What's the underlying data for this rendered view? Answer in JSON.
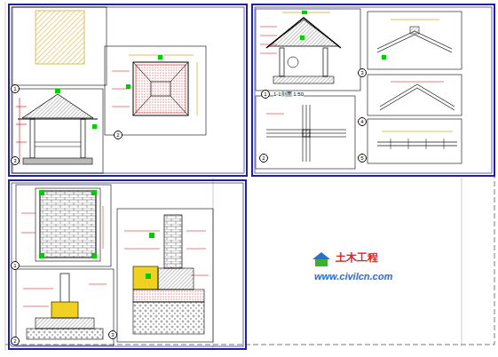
{
  "diagram": {
    "nodes": [
      {
        "text": [
          "1"
        ]
      },
      {
        "text": [
          "3"
        ]
      },
      {
        "text": [
          "2"
        ]
      },
      {
        "text": [
          "1"
        ]
      },
      {
        "text": [
          "2"
        ]
      },
      {
        "text": [
          "3"
        ]
      },
      {
        "text": [
          "4"
        ]
      },
      {
        "text": [
          "5"
        ]
      },
      {
        "text": [
          "1"
        ]
      },
      {
        "text": [
          "2"
        ]
      },
      {
        "text": [
          "3"
        ]
      }
    ],
    "labels": [
      "1-1剖面 1:50",
      "土木工程",
      "www.civilcn.com"
    ]
  }
}
